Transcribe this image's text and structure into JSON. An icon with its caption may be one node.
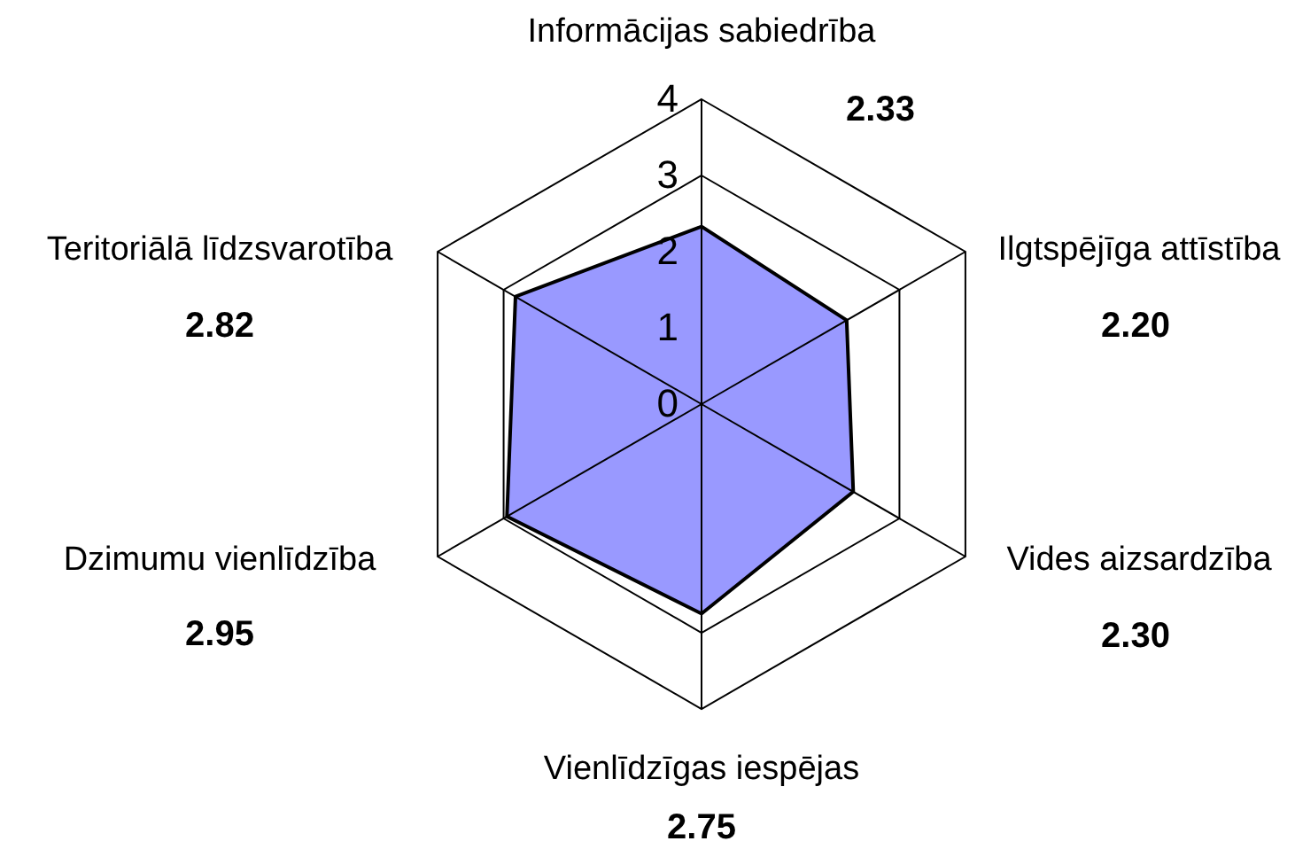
{
  "diagram": {
    "labels": [
      "4",
      "3",
      "2",
      "1",
      "0",
      "Informācijas sabiedrība",
      "2.33",
      "Ilgtspējīga attīstība",
      "2.20",
      "Vides aizsardzība",
      "2.30",
      "Vienlīdzīgas iespējas",
      "2.75",
      "Dzimumu vienlīdzība",
      "2.95",
      "Teritoriālā līdzsvarotība",
      "2.82"
    ]
  }
}
